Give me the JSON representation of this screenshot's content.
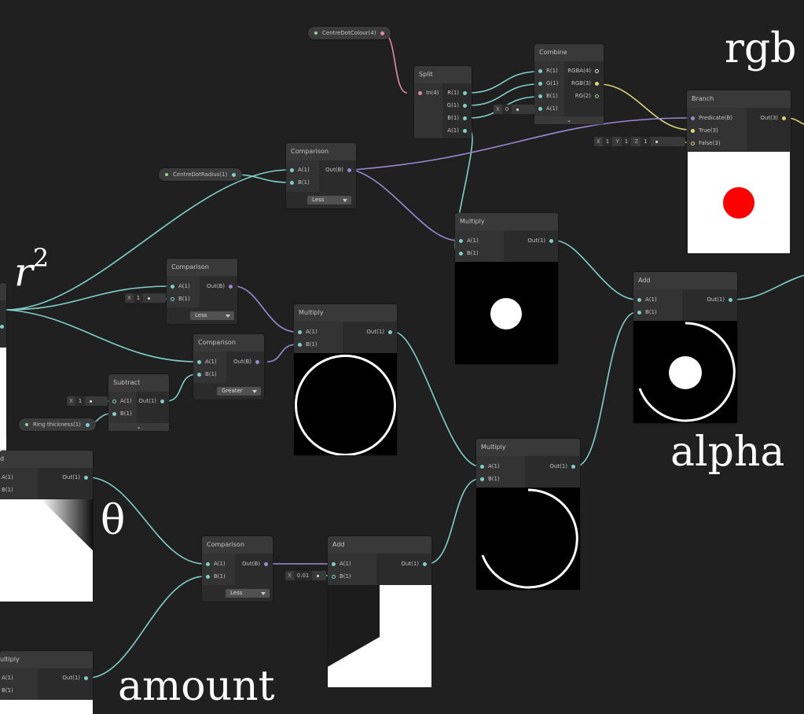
{
  "overlay_labels": {
    "rgb": "rgb",
    "r2": "r",
    "r2_exp": "2",
    "theta": "θ",
    "alpha": "alpha",
    "amount": "amount"
  },
  "properties": {
    "centre_dot_colour": "CentreDotColour(4)",
    "centre_dot_radius": "CentreDotRadius(1)",
    "ring_thickness": "Ring thickness(1)"
  },
  "nodes": {
    "split": {
      "title": "Split",
      "inputs": [
        "In(4)"
      ],
      "outputs": [
        "R(1)",
        "G(1)",
        "B(1)",
        "A(1)"
      ]
    },
    "combine": {
      "title": "Combine",
      "inputs": [
        "R(1)",
        "G(1)",
        "B(1)",
        "A(1)"
      ],
      "outputs": [
        "RGBA(4)",
        "RGB(3)",
        "RG(2)"
      ]
    },
    "branch": {
      "title": "Branch",
      "inputs": [
        "Predicate(B)",
        "True(3)",
        "False(3)"
      ],
      "outputs": [
        "Out(3)"
      ]
    },
    "comparison_top": {
      "title": "Comparison",
      "inputs": [
        "A(1)",
        "B(1)"
      ],
      "outputs": [
        "Out(B)"
      ],
      "mode": "Less"
    },
    "comparison_mid": {
      "title": "Comparison",
      "inputs": [
        "A(1)",
        "B(1)"
      ],
      "outputs": [
        "Out(B)"
      ],
      "mode": "Less"
    },
    "comparison_greater": {
      "title": "Comparison",
      "inputs": [
        "A(1)",
        "B(1)"
      ],
      "outputs": [
        "Out(B)"
      ],
      "mode": "Greater"
    },
    "comparison_bottom": {
      "title": "Comparison",
      "inputs": [
        "A(1)",
        "B(1)"
      ],
      "outputs": [
        "Out(B)"
      ],
      "mode": "Less"
    },
    "subtract": {
      "title": "Subtract",
      "inputs": [
        "A(1)",
        "B(1)"
      ],
      "outputs": [
        "Out(1)"
      ]
    },
    "multiply_dot": {
      "title": "Multiply",
      "inputs": [
        "A(1)",
        "B(1)"
      ],
      "outputs": [
        "Out(1)"
      ]
    },
    "multiply_ring": {
      "title": "Multiply",
      "inputs": [
        "A(1)",
        "B(1)"
      ],
      "outputs": [
        "Out(1)"
      ]
    },
    "multiply_arc": {
      "title": "Multiply",
      "inputs": [
        "A(1)",
        "B(1)"
      ],
      "outputs": [
        "Out(1)"
      ]
    },
    "add_alpha": {
      "title": "Add",
      "inputs": [
        "A(1)",
        "B(1)"
      ],
      "outputs": [
        "Out(1)"
      ]
    },
    "add_offset": {
      "title": "Add",
      "inputs": [
        "A(1)",
        "B(1)"
      ],
      "outputs": [
        "Out(1)"
      ]
    },
    "partial_add_left": {
      "title": "d",
      "inputs": [
        "A(1)",
        "B(1)"
      ],
      "outputs": [
        "Out(1)"
      ]
    },
    "partial_multiply_left": {
      "title": "ultiply",
      "inputs": [
        "A(1)",
        "B(1)"
      ],
      "outputs": [
        "Out(1)"
      ]
    }
  },
  "inline_values": {
    "combine_a": {
      "label": "X",
      "value": "0"
    },
    "branch_false": {
      "x_label": "X",
      "x": "1",
      "y_label": "Y",
      "y": "1",
      "z_label": "Z",
      "z": "1"
    },
    "comparison_mid_b": {
      "label": "X",
      "value": "1"
    },
    "subtract_a": {
      "label": "X",
      "value": "1"
    },
    "add_offset_b": {
      "label": "X",
      "value": "0.01"
    }
  },
  "colors": {
    "background": "#202020",
    "wire_float": "#7ed0c8",
    "wire_boolean": "#9a8ad6",
    "wire_vector3": "#ddd477",
    "wire_vector4": "#e08aa4",
    "preview_dot": "#ff0000"
  },
  "previews": {
    "branch": "red-dot-on-white",
    "multiply_dot": "white-dot-on-black",
    "multiply_ring": "white-ring-on-black",
    "multiply_arc": "white-arc-on-black",
    "add_alpha": "arc-with-dot",
    "add_offset": "step-shape",
    "partial_add_left": "gradient-wedge",
    "partial_multiply_left": "white-fill"
  }
}
